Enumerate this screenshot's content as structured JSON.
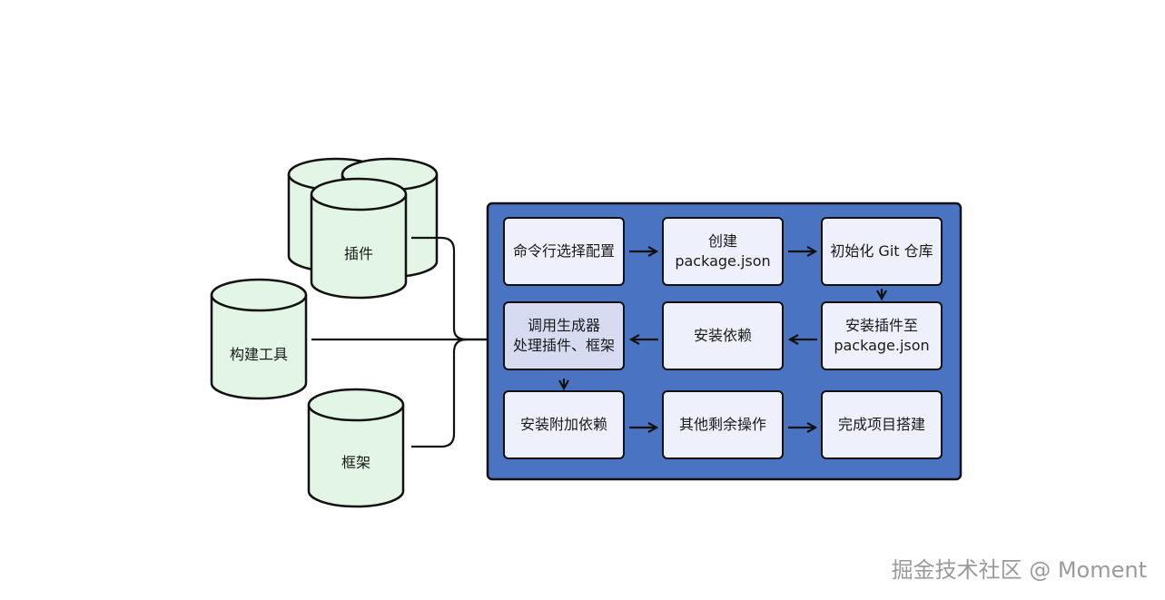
{
  "colors": {
    "cylinder_fill": "#e3f5e4",
    "panel_fill": "#4a74c2",
    "step_fill": "#eef0fb",
    "step_highlight_fill": "#d6dbf2",
    "stroke": "#111111"
  },
  "sources": {
    "plugins": "插件",
    "build_tools": "构建工具",
    "frameworks": "框架"
  },
  "steps": [
    "命令行选择配置",
    "创建\npackage.json",
    "初始化 Git 仓库",
    "安装插件至\npackage.json",
    "安装依赖",
    "调用生成器\n处理插件、框架",
    "安装附加依赖",
    "其他剩余操作",
    "完成项目搭建"
  ],
  "watermark": "掘金技术社区 @ Moment"
}
